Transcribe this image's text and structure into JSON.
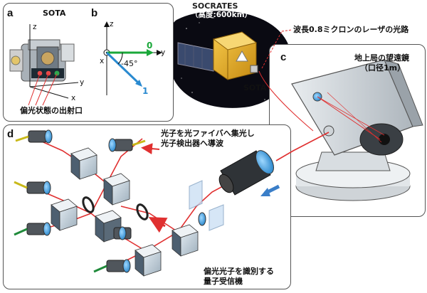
{
  "panels": {
    "a": {
      "label": "a",
      "title": "SOTA",
      "caption": "偏光状態の出射口",
      "axes": {
        "z": "z",
        "y": "y",
        "x": "x"
      }
    },
    "b": {
      "label": "b",
      "axes": {
        "z": "z",
        "y": "y",
        "x": "x"
      },
      "vec0": "0",
      "vec1": "1",
      "angle": "-45°"
    },
    "c": {
      "label": "c",
      "title_line1": "地上局の望遠鏡",
      "title_line2": "（口径1m）"
    },
    "d": {
      "label": "d",
      "note_line1": "光子を光ファイバへ集光し",
      "note_line2": "光子検出器へ導波",
      "receiver_line1": "偏光光子を識別する",
      "receiver_line2": "量子受信機"
    }
  },
  "satellite": {
    "name": "SOCRATES",
    "altitude": "（高度:600km）",
    "sota": "SOTA"
  },
  "beam_note": "波長0.8ミクロンのレーザの光路",
  "colors": {
    "laser": "#e03030",
    "vec0": "#1aa83a",
    "vec1": "#2a8ad0",
    "cube": "#4d5f70",
    "lens": "#3aa0e0"
  }
}
